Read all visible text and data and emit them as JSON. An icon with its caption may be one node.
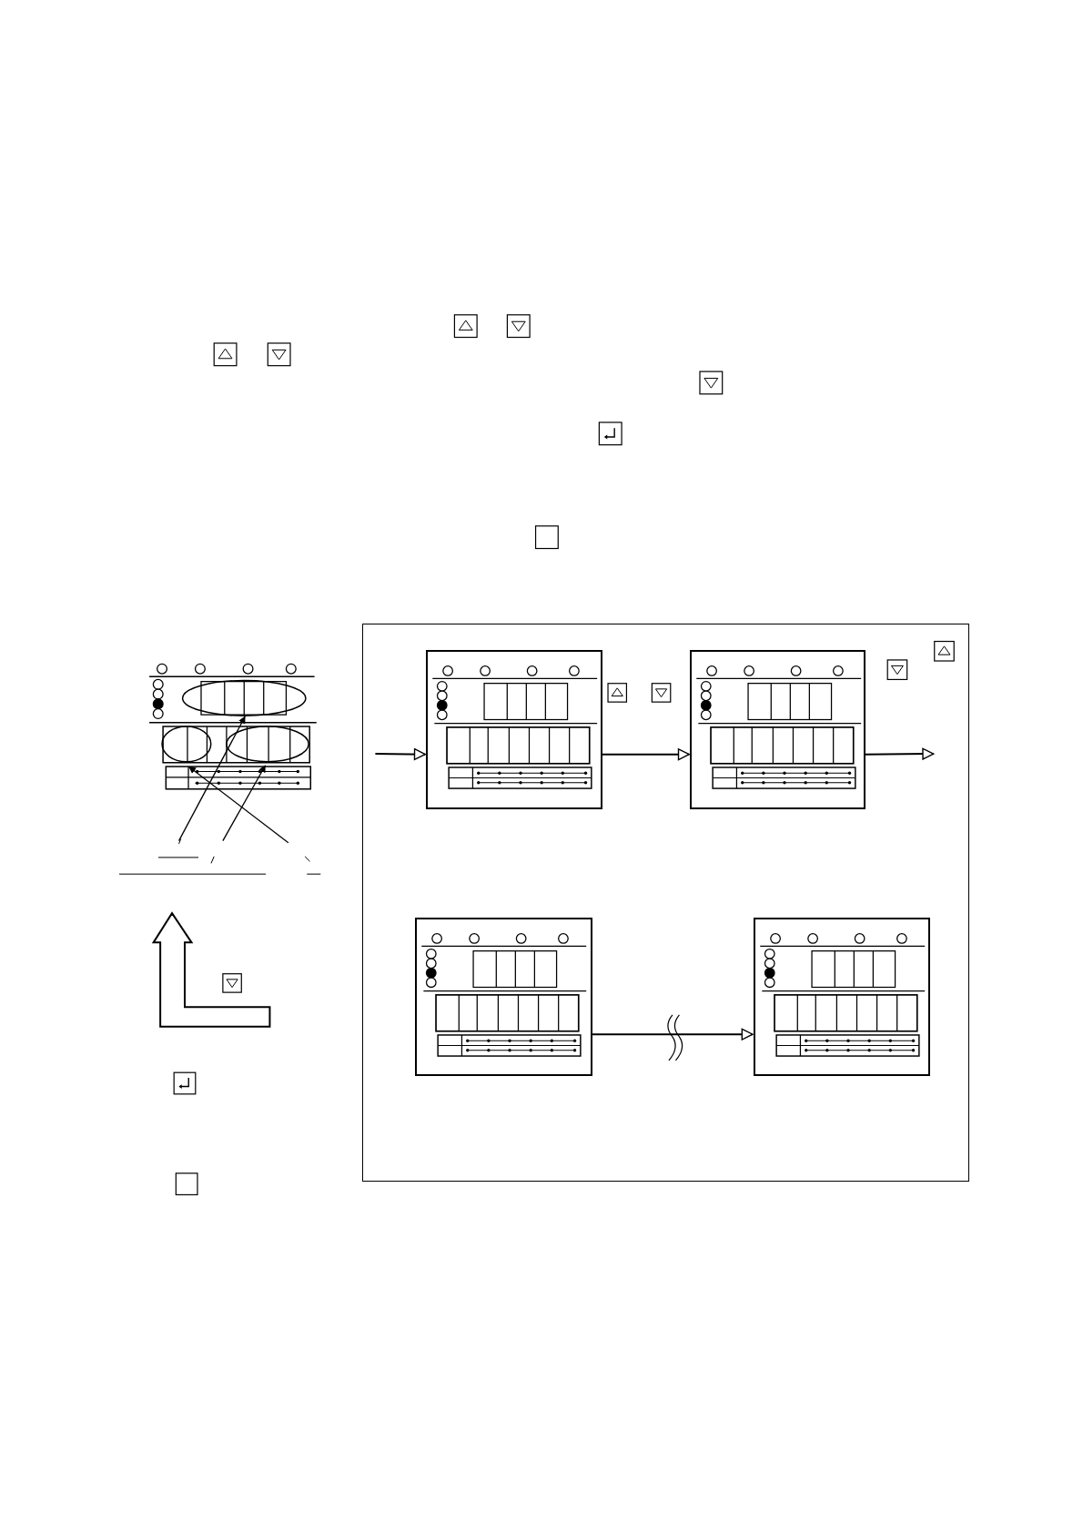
{
  "diagram": {
    "nodes": [
      {
        "text": [],
        "shape": "picture"
      },
      {
        "text": [],
        "shape": "box"
      },
      {
        "text": [],
        "shape": "box",
        "in": 1
      },
      {
        "text": [],
        "shape": "box",
        "in": 1
      },
      {
        "text": [],
        "shape": "box",
        "in": 1
      },
      {
        "text": [],
        "shape": "box",
        "in": 1
      }
    ],
    "edges": [
      {
        "from": null,
        "to": 0,
        "arrow": "to"
      },
      {
        "from": null,
        "to": 0,
        "arrow": "to"
      },
      {
        "from": null,
        "to": 0,
        "arrow": "to"
      },
      {
        "from": null,
        "to": 2,
        "arrow": "to"
      },
      {
        "from": 2,
        "to": 3,
        "arrow": "to"
      },
      {
        "from": 3,
        "to": null,
        "arrow": "to"
      },
      {
        "from": 4,
        "to": 5,
        "arrow": "to"
      }
    ]
  }
}
